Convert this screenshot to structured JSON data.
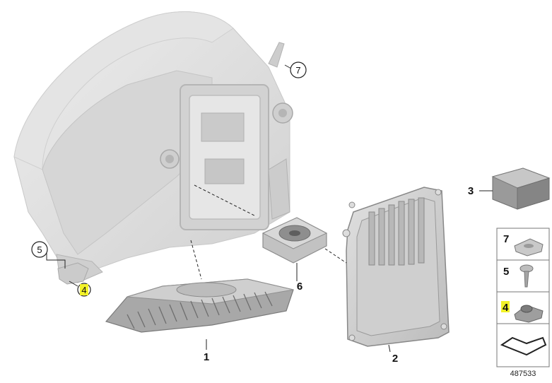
{
  "callouts": [
    {
      "id": "label-1",
      "text": "1"
    },
    {
      "id": "label-2",
      "text": "2"
    },
    {
      "id": "label-3",
      "text": "3"
    },
    {
      "id": "label-4-main",
      "text": "4"
    },
    {
      "id": "label-5-main",
      "text": "5"
    },
    {
      "id": "label-6",
      "text": "6"
    },
    {
      "id": "label-7-main",
      "text": "7"
    }
  ],
  "legend": {
    "items": [
      {
        "number": "7",
        "part": "clip nut"
      },
      {
        "number": "5",
        "part": "screw"
      },
      {
        "number": "4",
        "part": "bushing"
      }
    ]
  },
  "diagram_number": "487533",
  "highlight_color": "#f2f229"
}
